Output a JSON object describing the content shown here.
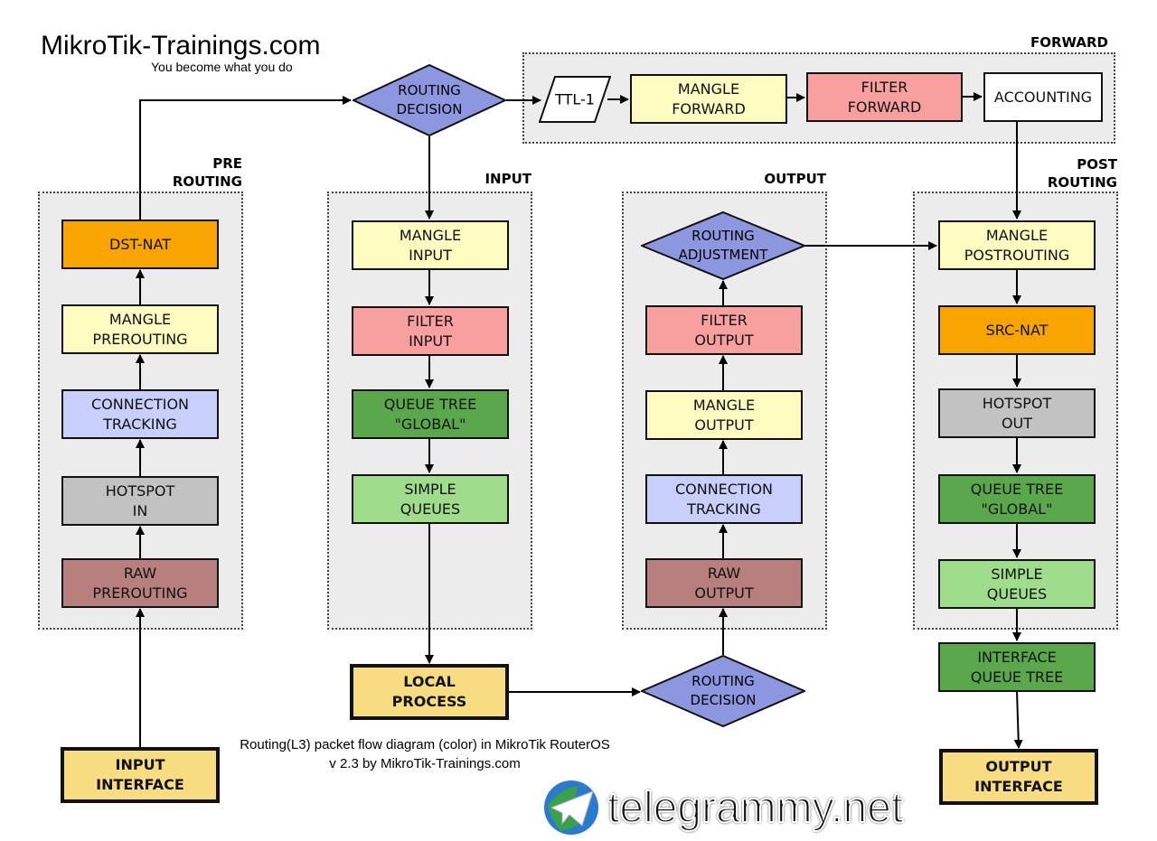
{
  "logo": {
    "brand": "MikroTik-Trainings.com",
    "tagline": "You become what you do"
  },
  "watermark": {
    "brand": "MikroTik-Trainings.com",
    "tagline": "You become what you do"
  },
  "panels": {
    "prerouting": "PRE\nROUTING",
    "input": "INPUT",
    "output": "OUTPUT",
    "forward": "FORWARD",
    "postrouting": "POST\nROUTING"
  },
  "prerouting": {
    "dst_nat": "DST-NAT",
    "mangle": "MANGLE\nPREROUTING",
    "conntrack": "CONNECTION\nTRACKING",
    "hotspot": "HOTSPOT\nIN",
    "raw": "RAW\nPREROUTING"
  },
  "input_interface": "INPUT\nINTERFACE",
  "routing_decision_top": "ROUTING\nDECISION",
  "forward": {
    "ttl": "TTL-1",
    "mangle": "MANGLE\nFORWARD",
    "filter": "FILTER\nFORWARD",
    "accounting": "ACCOUNTING"
  },
  "input": {
    "mangle": "MANGLE\nINPUT",
    "filter": "FILTER\nINPUT",
    "queue_tree": "QUEUE TREE\n\"GLOBAL\"",
    "simple_queues": "SIMPLE\nQUEUES"
  },
  "local_process": "LOCAL\nPROCESS",
  "output": {
    "routing_adjustment": "ROUTING\nADJUSTMENT",
    "filter": "FILTER\nOUTPUT",
    "mangle": "MANGLE\nOUTPUT",
    "conntrack": "CONNECTION\nTRACKING",
    "raw": "RAW\nOUTPUT"
  },
  "routing_decision_bottom": "ROUTING\nDECISION",
  "postrouting": {
    "mangle": "MANGLE\nPOSTROUTING",
    "src_nat": "SRC-NAT",
    "hotspot": "HOTSPOT\nOUT",
    "queue_tree": "QUEUE TREE\n\"GLOBAL\"",
    "simple_queues": "SIMPLE\nQUEUES"
  },
  "interface_queue_tree": "INTERFACE\nQUEUE TREE",
  "output_interface": "OUTPUT\nINTERFACE",
  "caption": {
    "line1": "Routing(L3) packet flow diagram (color) in MikroTik RouterOS",
    "line2": "v 2.3 by MikroTik-Trainings.com"
  },
  "overlay": "telegrammy.net",
  "colors": {
    "orange": "#f7a300",
    "light_yellow": "#fdfbc0",
    "lavender": "#c9cffb",
    "gray": "#c2c2c2",
    "raw": "#b87f7f",
    "red": "#f8a0a0",
    "green": "#5aa84b",
    "light_green": "#9fdd8c",
    "yellow": "#f8dc82",
    "diamond": "#8d97e0",
    "panel": "#ececec"
  }
}
